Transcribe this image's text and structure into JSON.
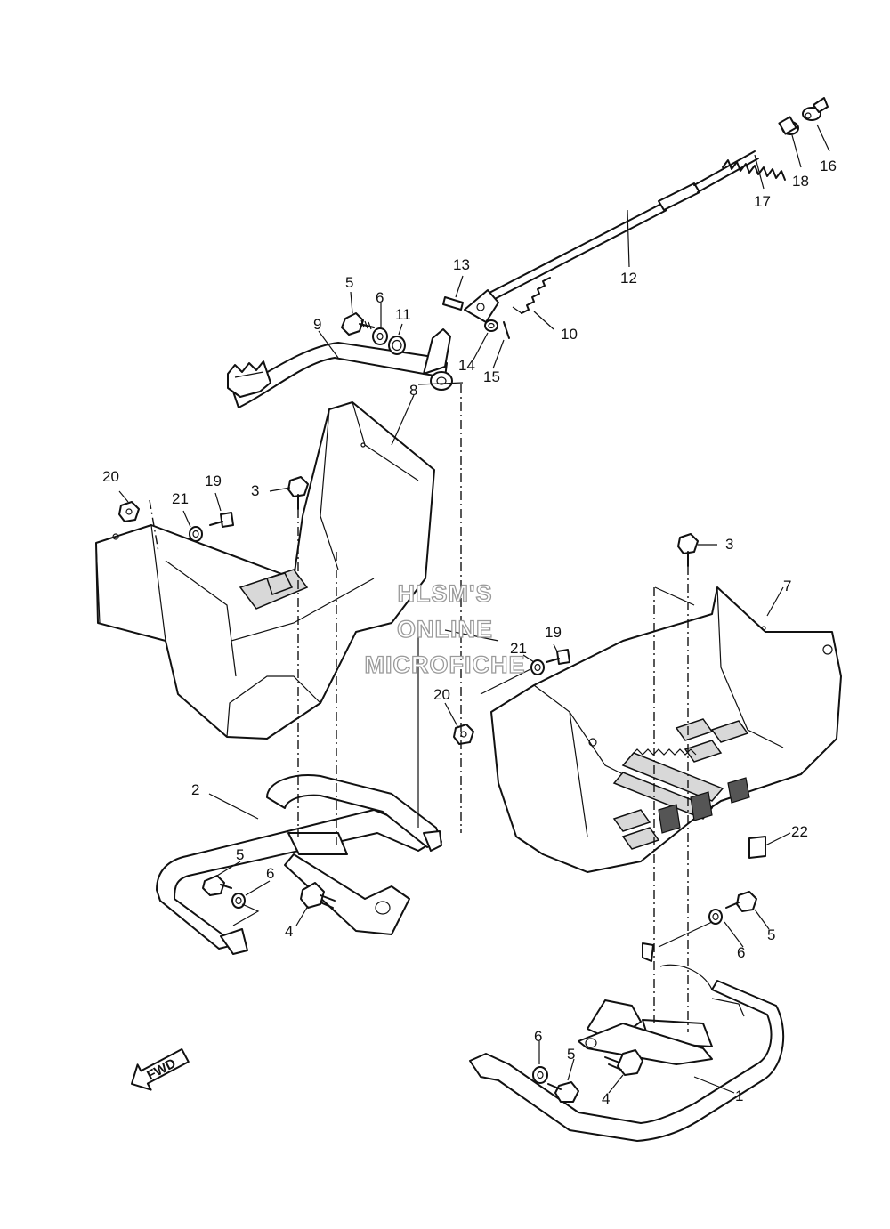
{
  "callouts": {
    "c1": "1",
    "c2": "2",
    "c3a": "3",
    "c3b": "3",
    "c4a": "4",
    "c4b": "4",
    "c5a": "5",
    "c5b": "5",
    "c5c": "5",
    "c5d": "5",
    "c6a": "6",
    "c6b": "6",
    "c6c": "6",
    "c6d": "6",
    "c7": "7",
    "c8": "8",
    "c9": "9",
    "c10": "10",
    "c11": "11",
    "c12": "12",
    "c13": "13",
    "c14": "14",
    "c15": "15",
    "c16": "16",
    "c17": "17",
    "c18": "18",
    "c19a": "19",
    "c19b": "19",
    "c20a": "20",
    "c20b": "20",
    "c21a": "21",
    "c21b": "21",
    "c22": "22"
  },
  "watermark": {
    "line1": "HLSM'S",
    "line2": "ONLINE",
    "line3": "MICROFICHE"
  },
  "fwd_label": "FWD"
}
